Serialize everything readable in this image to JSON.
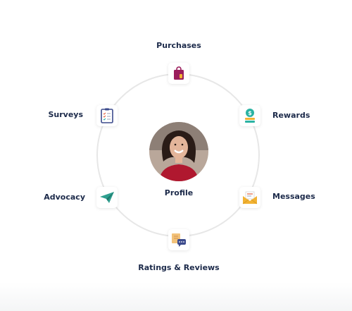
{
  "diagram": {
    "center": {
      "label": "Profile"
    },
    "nodes": {
      "purchases": {
        "label": "Purchases",
        "icon": "shopping-bag-icon"
      },
      "rewards": {
        "label": "Rewards",
        "icon": "coin-stack-icon"
      },
      "messages": {
        "label": "Messages",
        "icon": "envelope-icon"
      },
      "ratings": {
        "label": "Ratings & Reviews",
        "icon": "review-chat-icon"
      },
      "advocacy": {
        "label": "Advocacy",
        "icon": "paper-plane-icon"
      },
      "surveys": {
        "label": "Surveys",
        "icon": "clipboard-checklist-icon"
      }
    },
    "colors": {
      "label": "#1c2a4a",
      "ring": "#e7e7e7",
      "bag": "#9b1e5c",
      "coin": "#2bb3a3",
      "envelope": "#f2b233",
      "plane": "#2e9f8f",
      "clipboard": "#3b4a8c"
    }
  }
}
